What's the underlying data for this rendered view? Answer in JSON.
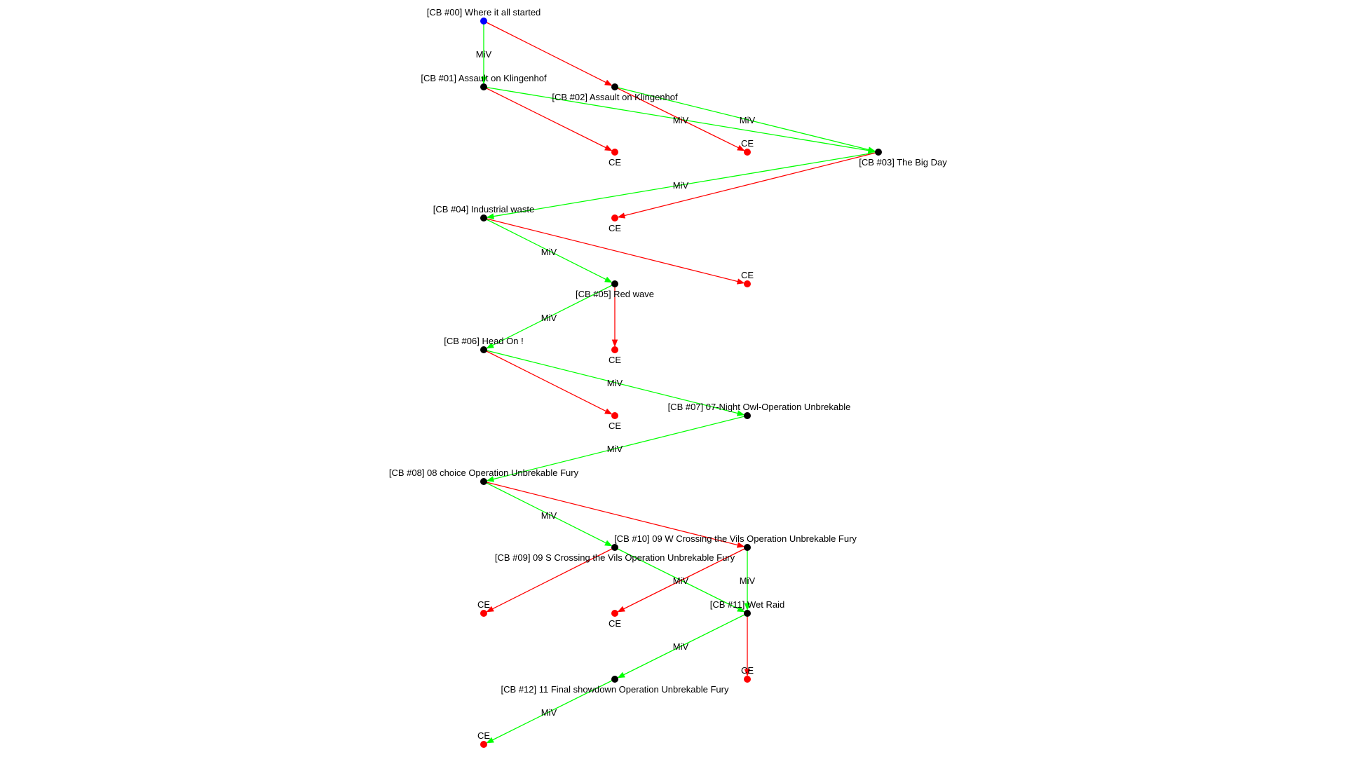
{
  "colors": {
    "start_node": "#0000ff",
    "node": "#000000",
    "end_node": "#ff0000",
    "miv_edge": "#00ff00",
    "ce_edge": "#ff0000"
  },
  "nodes": [
    {
      "id": "cb00",
      "label": "[CB #00] Where it all started",
      "kind": "start"
    },
    {
      "id": "cb01",
      "label": "[CB #01] Assault on Klingenhof",
      "kind": "node"
    },
    {
      "id": "cb02",
      "label": "[CB #02] Assault on Klingenhof",
      "kind": "node"
    },
    {
      "id": "cb03",
      "label": "[CB #03] The Big Day",
      "kind": "node"
    },
    {
      "id": "cb04",
      "label": "[CB #04] Industrial waste",
      "kind": "node"
    },
    {
      "id": "cb05",
      "label": "[CB #05] Red wave",
      "kind": "node"
    },
    {
      "id": "cb06",
      "label": "[CB #06] Head On !",
      "kind": "node"
    },
    {
      "id": "cb07",
      "label": "[CB #07] 07-Night Owl-Operation Unbrekable",
      "kind": "node"
    },
    {
      "id": "cb08",
      "label": "[CB #08] 08 choice Operation Unbrekable Fury",
      "kind": "node"
    },
    {
      "id": "cb09",
      "label": "[CB #09] 09 S Crossing the Vils Operation Unbrekable Fury",
      "kind": "node"
    },
    {
      "id": "cb10",
      "label": "[CB #10] 09 W Crossing the Vils Operation Unbrekable Fury",
      "kind": "node"
    },
    {
      "id": "cb11",
      "label": "[CB #11] Wet Raid",
      "kind": "node"
    },
    {
      "id": "cb12",
      "label": "[CB #12] 11 Final showdown Operation Unbrekable Fury",
      "kind": "node"
    },
    {
      "id": "ce01",
      "label": "CE",
      "kind": "end"
    },
    {
      "id": "ce02",
      "label": "CE",
      "kind": "end"
    },
    {
      "id": "ce03",
      "label": "CE",
      "kind": "end"
    },
    {
      "id": "ce04",
      "label": "CE",
      "kind": "end"
    },
    {
      "id": "ce05",
      "label": "CE",
      "kind": "end"
    },
    {
      "id": "ce06",
      "label": "CE",
      "kind": "end"
    },
    {
      "id": "ce09",
      "label": "CE",
      "kind": "end"
    },
    {
      "id": "ce10",
      "label": "CE",
      "kind": "end"
    },
    {
      "id": "ce11",
      "label": "CE",
      "kind": "end"
    },
    {
      "id": "ce12",
      "label": "CE",
      "kind": "end"
    }
  ],
  "edges": [
    {
      "from": "cb00",
      "to": "cb01",
      "type": "miv",
      "label": "MiV"
    },
    {
      "from": "cb00",
      "to": "cb02",
      "type": "ce",
      "label": ""
    },
    {
      "from": "cb01",
      "to": "cb03",
      "type": "miv",
      "label": "MiV"
    },
    {
      "from": "cb01",
      "to": "ce01",
      "type": "ce",
      "label": ""
    },
    {
      "from": "cb02",
      "to": "cb03",
      "type": "miv",
      "label": "MiV"
    },
    {
      "from": "cb02",
      "to": "ce02",
      "type": "ce",
      "label": ""
    },
    {
      "from": "cb03",
      "to": "cb04",
      "type": "miv",
      "label": "MiV"
    },
    {
      "from": "cb03",
      "to": "ce03",
      "type": "ce",
      "label": ""
    },
    {
      "from": "cb04",
      "to": "cb05",
      "type": "miv",
      "label": "MiV"
    },
    {
      "from": "cb04",
      "to": "ce04",
      "type": "ce",
      "label": ""
    },
    {
      "from": "cb05",
      "to": "cb06",
      "type": "miv",
      "label": "MiV"
    },
    {
      "from": "cb05",
      "to": "ce05",
      "type": "ce",
      "label": ""
    },
    {
      "from": "cb06",
      "to": "cb07",
      "type": "miv",
      "label": "MiV"
    },
    {
      "from": "cb06",
      "to": "ce06",
      "type": "ce",
      "label": ""
    },
    {
      "from": "cb07",
      "to": "cb08",
      "type": "miv",
      "label": "MiV"
    },
    {
      "from": "cb08",
      "to": "cb09",
      "type": "miv",
      "label": "MiV"
    },
    {
      "from": "cb08",
      "to": "cb10",
      "type": "ce",
      "label": ""
    },
    {
      "from": "cb09",
      "to": "cb11",
      "type": "miv",
      "label": "MiV"
    },
    {
      "from": "cb09",
      "to": "ce09",
      "type": "ce",
      "label": ""
    },
    {
      "from": "cb10",
      "to": "cb11",
      "type": "miv",
      "label": "MiV"
    },
    {
      "from": "cb10",
      "to": "ce10",
      "type": "ce",
      "label": ""
    },
    {
      "from": "cb11",
      "to": "cb12",
      "type": "miv",
      "label": "MiV"
    },
    {
      "from": "cb11",
      "to": "ce11",
      "type": "ce",
      "label": ""
    },
    {
      "from": "cb12",
      "to": "ce12",
      "type": "miv",
      "label": "MiV"
    }
  ]
}
